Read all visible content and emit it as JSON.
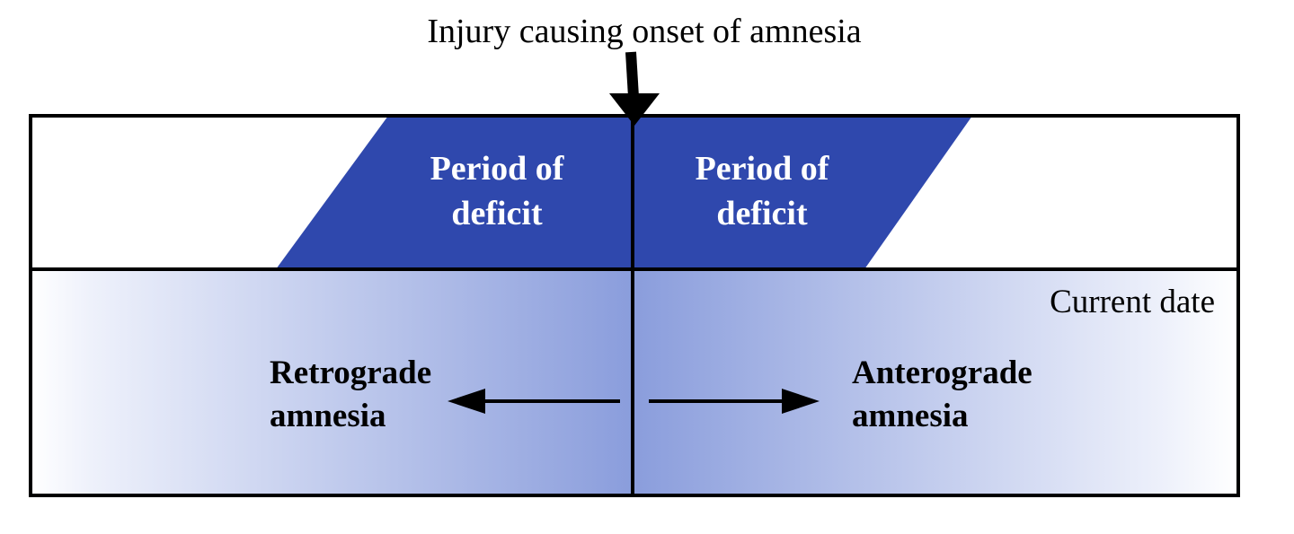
{
  "diagram": {
    "injury_label": "Injury causing onset of amnesia",
    "deficit_left": [
      "Period of",
      "deficit"
    ],
    "deficit_right": [
      "Period of",
      "deficit"
    ],
    "current_date": "Current date",
    "retrograde": [
      "Retrograde",
      "amnesia"
    ],
    "anterograde": [
      "Anterograde",
      "amnesia"
    ]
  },
  "colors": {
    "deficit_fill": "#2f48ad",
    "gradient_dark": "#8a9ddc",
    "gradient_light": "#ffffff",
    "outline": "#000000"
  }
}
